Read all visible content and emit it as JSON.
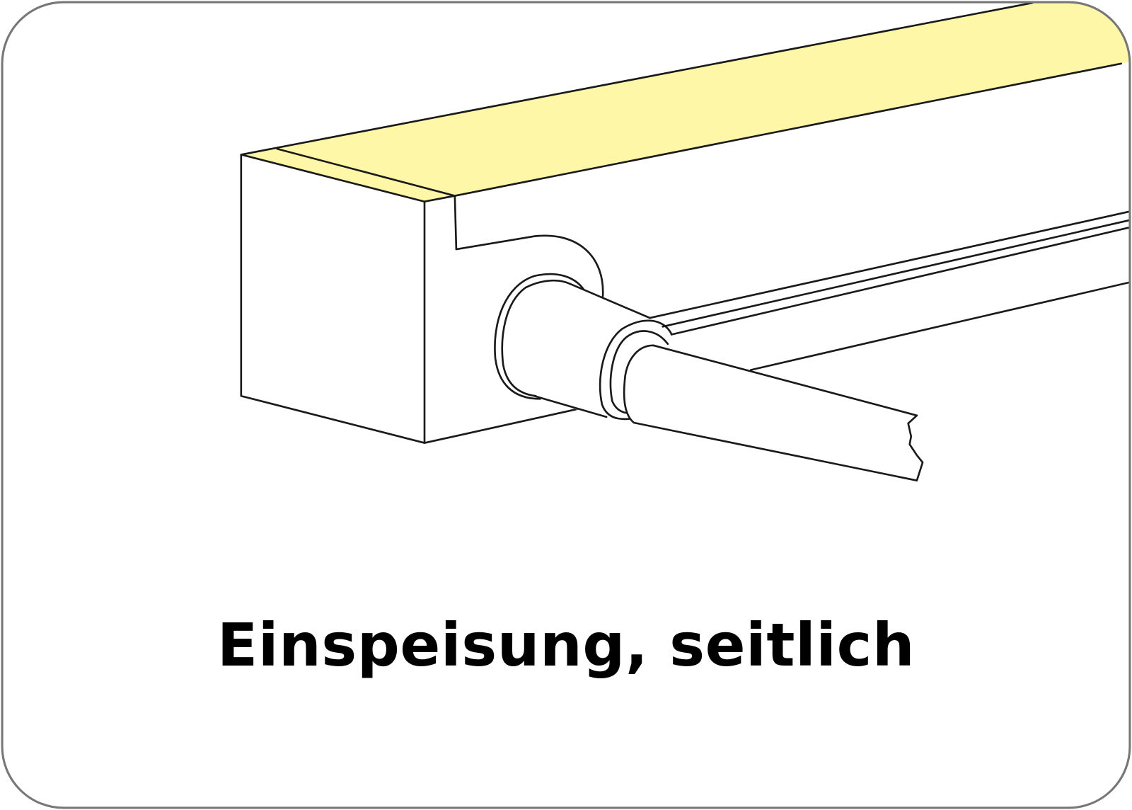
{
  "caption": "Einspeisung, seitlich",
  "colors": {
    "profile_top": "#fff7a8",
    "outline": "#1a1a1a",
    "frame": "#777777"
  },
  "icons": [
    "led-profile-drawing",
    "cable-feed-drawing"
  ]
}
